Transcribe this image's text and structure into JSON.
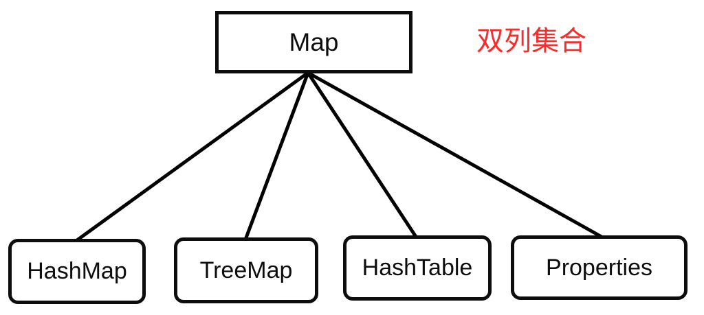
{
  "diagram": {
    "root": {
      "label": "Map"
    },
    "children": [
      {
        "label": "HashMap"
      },
      {
        "label": "TreeMap"
      },
      {
        "label": "HashTable"
      },
      {
        "label": "Properties"
      }
    ],
    "edges": [
      {
        "from": "Map",
        "to": "HashMap"
      },
      {
        "from": "Map",
        "to": "TreeMap"
      },
      {
        "from": "Map",
        "to": "HashTable"
      },
      {
        "from": "Map",
        "to": "Properties"
      }
    ],
    "annotation": {
      "text": "双列集合",
      "color": "#f92c2c"
    },
    "line_color": "#000000",
    "background_color": "#ffffff",
    "node_border_color": "#0d0d0d"
  }
}
